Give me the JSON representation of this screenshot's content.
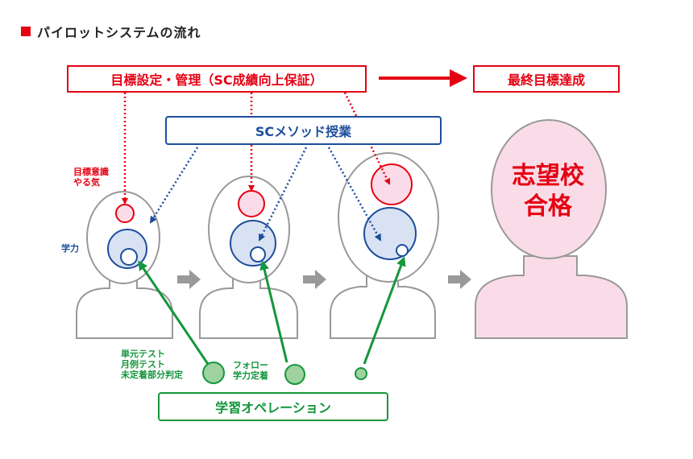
{
  "heading": "パイロットシステムの流れ",
  "boxes": {
    "goal_setting": "目標設定・管理（SC成績向上保証）",
    "final_goal": "最終目標達成",
    "sc_method": "SCメソッド授業",
    "operation": "学習オペレーション"
  },
  "labels": {
    "motivation": [
      "目標意識",
      "やる気"
    ],
    "ability": "学力",
    "tests": [
      "単元テスト",
      "月例テスト",
      "未定着部分判定"
    ],
    "follow": [
      "フォロー",
      "学力定着"
    ]
  },
  "goal": [
    "志望校",
    "合格"
  ],
  "colors": {
    "red": "#e50012",
    "blue": "#1c4e9c",
    "green": "#14963c",
    "gray": "#999999",
    "pink": "#fadce8"
  }
}
